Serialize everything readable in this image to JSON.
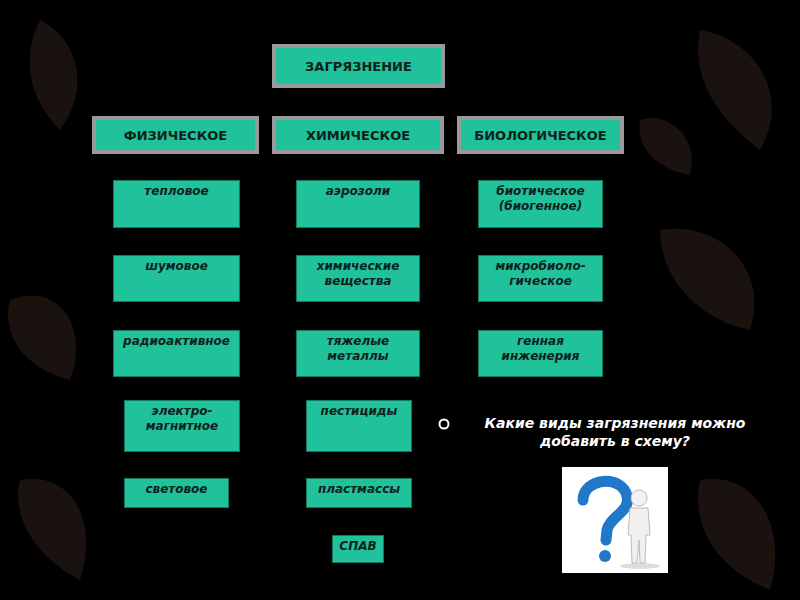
{
  "diagram": {
    "nodes": [
      {
        "text": [
          "ЗАГРЯЗНЕНИЕ"
        ]
      },
      {
        "text": [
          "ФИЗИЧЕСКОЕ"
        ]
      },
      {
        "text": [
          "ХИМИЧЕСКОЕ"
        ]
      },
      {
        "text": [
          "БИОЛОГИЧЕСКОЕ"
        ]
      },
      {
        "text": [
          "тепловое"
        ]
      },
      {
        "text": [
          "аэрозоли"
        ]
      },
      {
        "text": [
          "биотическое (биогенное)"
        ]
      },
      {
        "text": [
          "шумовое"
        ]
      },
      {
        "text": [
          "химические вещества"
        ]
      },
      {
        "text": [
          "микробиоло- гическое"
        ]
      },
      {
        "text": [
          "радиоактивное"
        ]
      },
      {
        "text": [
          "тяжелые металлы"
        ]
      },
      {
        "text": [
          "генная инженерия"
        ]
      },
      {
        "text": [
          "электро- магнитное"
        ]
      },
      {
        "text": [
          "пестициды"
        ]
      },
      {
        "text": [
          "световое"
        ]
      },
      {
        "text": [
          "пластмассы"
        ]
      },
      {
        "text": [
          "СПАВ"
        ]
      }
    ],
    "labels": [
      "Какие виды загрязнения можно добавить в схему?"
    ]
  }
}
